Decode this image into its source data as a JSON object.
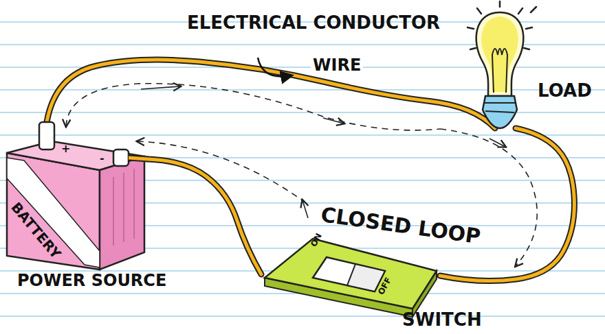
{
  "diagram": {
    "nodes": [
      {
        "text": [
          "BATTERY",
          "+",
          "-",
          "POWER SOURCE"
        ]
      },
      {
        "text": [
          "LOAD"
        ]
      },
      {
        "text": [
          "ON",
          "OFF",
          "SWITCH"
        ]
      }
    ],
    "edges": [
      {
        "from": 0,
        "to": 1,
        "arrow": "none",
        "label": "WIRE"
      },
      {
        "from": 1,
        "to": 2,
        "arrow": "none"
      },
      {
        "from": 2,
        "to": 0,
        "arrow": "none"
      }
    ],
    "labels": [
      "ELECTRICAL CONDUCTOR",
      "CLOSED LOOP"
    ]
  }
}
